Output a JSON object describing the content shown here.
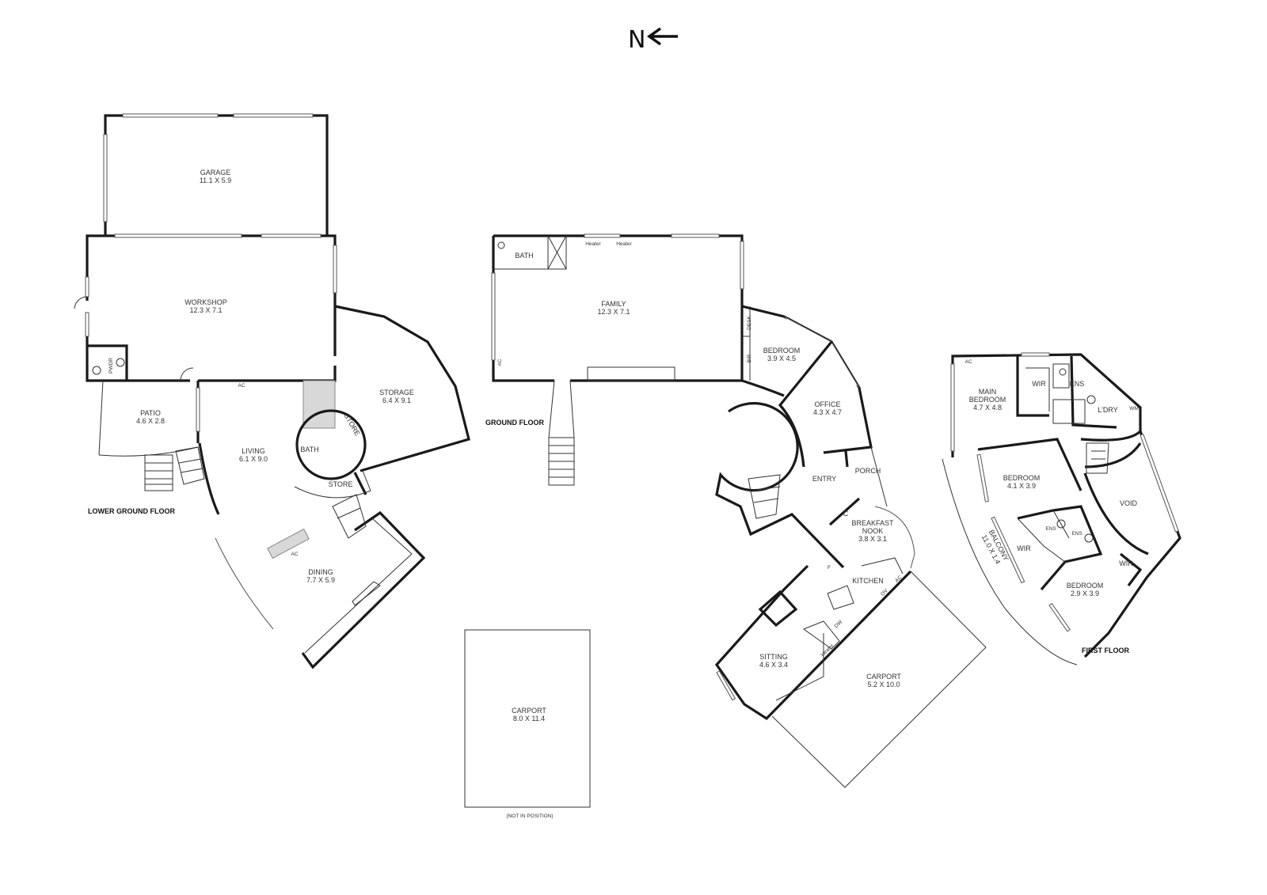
{
  "compass": {
    "letter": "N",
    "icon": "north-arrow-left-icon"
  },
  "floors": {
    "lower_ground": {
      "label": "LOWER GROUND FLOOR",
      "rooms": [
        {
          "name": "GARAGE",
          "dims": "11.1 X 5.9"
        },
        {
          "name": "WORKSHOP",
          "dims": "12.3 X 7.1"
        },
        {
          "name": "STORAGE",
          "dims": "6.4 X 9.1"
        },
        {
          "name": "PATIO",
          "dims": "4.6 X 2.8"
        },
        {
          "name": "LIVING",
          "dims": "6.1 X 9.0"
        },
        {
          "name": "DINING",
          "dims": "7.7 X 5.9"
        }
      ],
      "fixtures": {
        "pwdr": "PWDR",
        "bath": "BATH",
        "store1": "STORE",
        "store2": "STORE",
        "ac1": "AC",
        "ac2": "AC"
      }
    },
    "ground": {
      "label": "GROUND FLOOR",
      "rooms": [
        {
          "name": "FAMILY",
          "dims": "12.3 X 7.1"
        },
        {
          "name": "BEDROOM",
          "dims": "3.9 X 4.5"
        },
        {
          "name": "OFFICE",
          "dims": "4.3 X 4.7"
        },
        {
          "name": "BREAKFAST",
          "name2": "NOOK",
          "dims": "3.8 X 3.1"
        },
        {
          "name": "SITTING",
          "dims": "4.6 X 3.4"
        },
        {
          "name": "CARPORT",
          "dims": "5.2 X 10.0"
        }
      ],
      "fixtures": {
        "bath": "BATH",
        "heater1": "Heater",
        "heater2": "Heater",
        "ac": "AC",
        "desk": "DESK",
        "bir": "BIR",
        "entry": "ENTRY",
        "porch": "PORCH",
        "c": "C",
        "kitchen": "KITCHEN",
        "f": "F",
        "dw": "DW",
        "ov": "OV",
        "ac2": "AC",
        "heater3": "Heater"
      }
    },
    "first": {
      "label": "FIRST FLOOR",
      "rooms": [
        {
          "name": "MAIN",
          "name2": "BEDROOM",
          "dims": "4.7 X 4.8"
        },
        {
          "name": "BEDROOM",
          "dims": "4.1 X 3.9"
        },
        {
          "name": "BEDROOM",
          "dims": "2.9 X 3.9"
        },
        {
          "name": "BALCONY",
          "dims": "11.0 X 1.4"
        },
        {
          "name": "VOID"
        }
      ],
      "fixtures": {
        "ac": "AC",
        "wir1": "WIR",
        "ens1": "ENS",
        "ldry": "L'DRY",
        "wm": "WM",
        "wir2": "WIR",
        "ens2": "ENS",
        "ens3": "ENS",
        "wir3": "WIR"
      }
    },
    "detached": {
      "rooms": [
        {
          "name": "CARPORT",
          "dims": "8.0 X 11.4"
        }
      ],
      "note": "(NOT IN POSITION)"
    }
  }
}
